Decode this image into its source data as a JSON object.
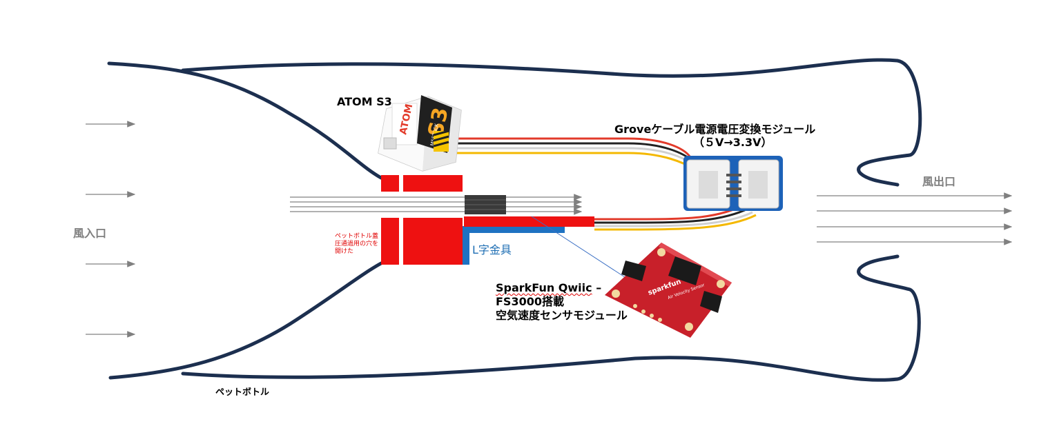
{
  "labels": {
    "atom": "ATOM S3",
    "grove_line1": "Groveケーブル電源電圧変換モジュール",
    "grove_line2": "（５V→3.3V）",
    "wind_in": "風入口",
    "wind_out": "風出口",
    "bracket": "L字金具",
    "hole_note_1": "ペットボトル蓋",
    "hole_note_2": "圧通過用の穴を",
    "hole_note_3": "開けた",
    "sensor_name": "SparkFun Qwiic",
    "sensor_dash": " –",
    "sensor_line2": "FS3000搭載",
    "sensor_line3": "空気速度センサモジュール",
    "bottle": "ペットボトル"
  },
  "device_text": {
    "atom_logo": "ATOM",
    "atom_model": "S3",
    "atom_brand": "M5STACK",
    "sparkfun_brand": "sparkfun",
    "sparkfun_sub": "Air Velocity Sensor"
  },
  "colors": {
    "bottle_outline": "#1c2f4f",
    "red_block": "#ee1111",
    "bracket": "#1e72c2",
    "arrow": "#808080",
    "wire_red": "#e23a2a",
    "wire_black": "#222222",
    "wire_white": "#d8d8d8",
    "wire_yellow": "#f4b800",
    "pcb": "#c8202a"
  },
  "icons": [
    "arrow-right-icon"
  ]
}
